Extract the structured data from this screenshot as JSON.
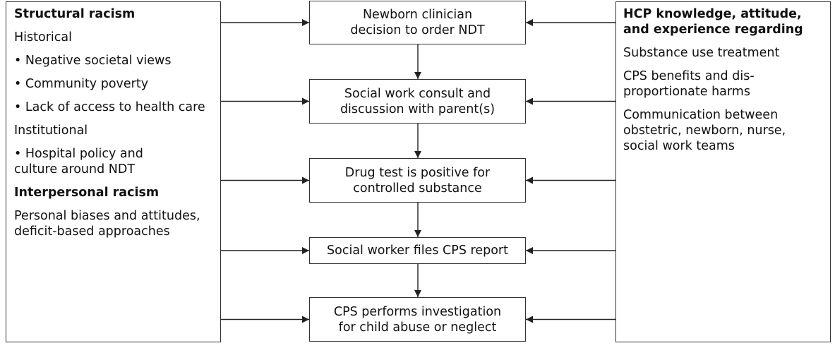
{
  "left_panel": {
    "lines": [
      {
        "text": "Structural racism",
        "style": "bold"
      },
      {
        "text": "Historical",
        "style": "normal"
      },
      {
        "text": "• Negative societal views",
        "style": "normal"
      },
      {
        "text": "• Community poverty",
        "style": "normal"
      },
      {
        "text": "• Lack of access to health care",
        "style": "normal"
      },
      {
        "text": "Institutional",
        "style": "normal"
      },
      {
        "text": "• Hospital policy and",
        "style": "normal"
      },
      {
        "text": "culture around NDT",
        "style": "continuation"
      },
      {
        "text": "Interpersonal racism",
        "style": "bold"
      },
      {
        "text": "Personal biases and attitudes,",
        "style": "normal"
      },
      {
        "text": "deficit-based approaches",
        "style": "continuation"
      }
    ]
  },
  "steps": [
    {
      "lines": [
        "Newborn clinician",
        "decision to order NDT"
      ]
    },
    {
      "lines": [
        "Social work consult and",
        "discussion with parent(s)"
      ]
    },
    {
      "lines": [
        "Drug test is positive for",
        "controlled substance"
      ]
    },
    {
      "lines": [
        "Social worker files CPS report"
      ]
    },
    {
      "lines": [
        "CPS performs investigation",
        "for child abuse or neglect"
      ]
    }
  ],
  "right_panel": {
    "lines": [
      {
        "text": "HCP knowledge, attitude,",
        "style": "bold"
      },
      {
        "text": "and experience regarding",
        "style": "bold-continuation"
      },
      {
        "text": "Substance use treatment",
        "style": "normal"
      },
      {
        "text": "CPS benefits and dis-",
        "style": "normal"
      },
      {
        "text": "proportionate harms",
        "style": "continuation"
      },
      {
        "text": "Communication between",
        "style": "normal"
      },
      {
        "text": "obstetric, newborn, nurse,",
        "style": "continuation"
      },
      {
        "text": "social work teams",
        "style": "continuation"
      }
    ]
  },
  "colors": {
    "border": "#333333",
    "arrow": "#222222",
    "text": "#111111",
    "background": "#ffffff"
  }
}
